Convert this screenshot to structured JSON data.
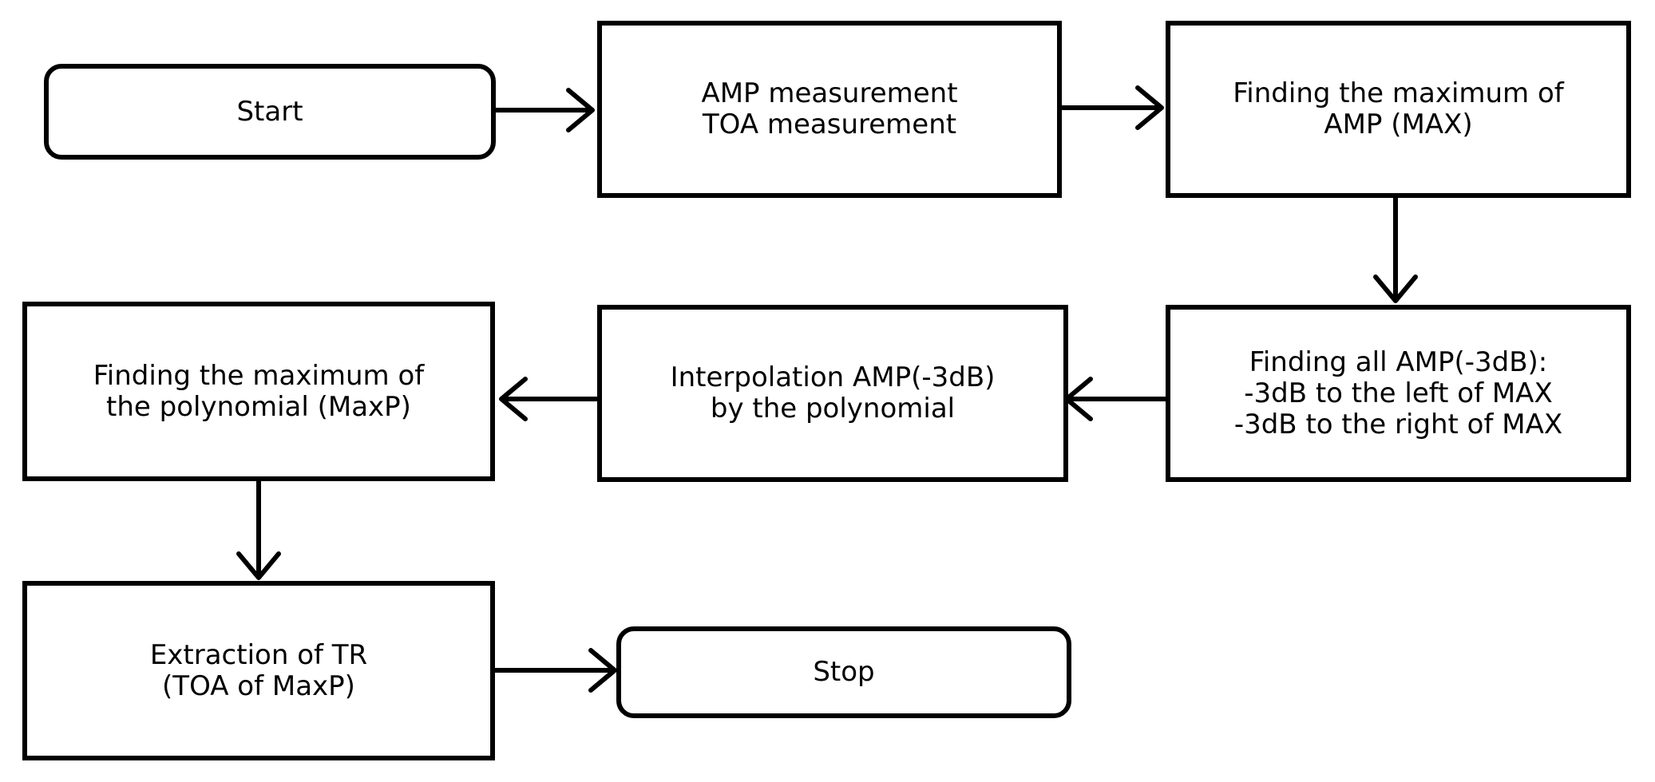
{
  "nodes": {
    "start": {
      "lines": [
        "Start"
      ]
    },
    "measure": {
      "lines": [
        "AMP measurement",
        "TOA measurement"
      ]
    },
    "find_max": {
      "lines": [
        "Finding the maximum of",
        "AMP (MAX)"
      ]
    },
    "find_3db": {
      "lines": [
        "Finding all AMP(-3dB):",
        "-3dB to the left of MAX",
        "-3dB to the right of MAX"
      ]
    },
    "interp": {
      "lines": [
        "Interpolation AMP(-3dB)",
        "by the polynomial"
      ]
    },
    "max_poly": {
      "lines": [
        "Finding the maximum of",
        "the polynomial (MaxP)"
      ]
    },
    "extract": {
      "lines": [
        "Extraction of TR",
        "(TOA of MaxP)"
      ]
    },
    "stop": {
      "lines": [
        "Stop"
      ]
    }
  },
  "edges": [
    [
      "start",
      "measure"
    ],
    [
      "measure",
      "find_max"
    ],
    [
      "find_max",
      "find_3db"
    ],
    [
      "find_3db",
      "interp"
    ],
    [
      "interp",
      "max_poly"
    ],
    [
      "max_poly",
      "extract"
    ],
    [
      "extract",
      "stop"
    ]
  ]
}
